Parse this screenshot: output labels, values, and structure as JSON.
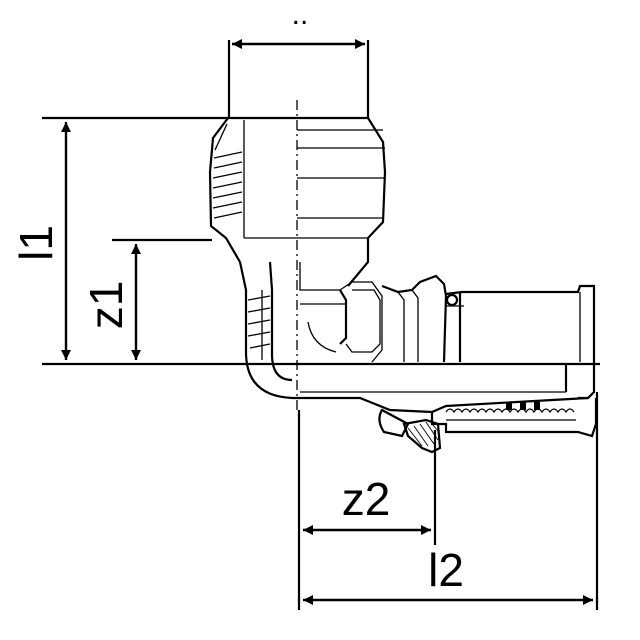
{
  "diagram": {
    "labels": {
      "top_dimension": "..",
      "l1": "l1",
      "z1": "z1",
      "z2": "z2",
      "l2": "l2"
    },
    "colors": {
      "line": "#000000",
      "background": "#ffffff"
    }
  }
}
